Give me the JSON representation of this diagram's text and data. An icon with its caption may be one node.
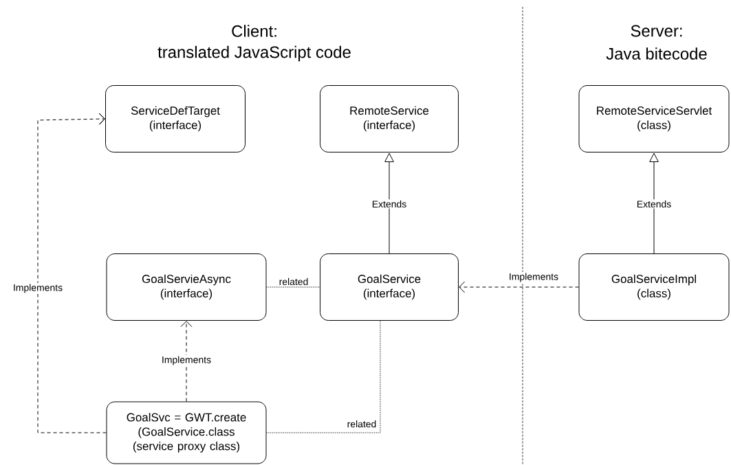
{
  "diagram": {
    "nodes": [
      {
        "text": [
          "ServiceDefTarget (interface)"
        ]
      },
      {
        "text": [
          "RemoteService (interface)"
        ]
      },
      {
        "text": [
          "RemoteServiceServlet (class)"
        ]
      },
      {
        "text": [
          "GoalServieAsync (interface)"
        ]
      },
      {
        "text": [
          "GoalService (interface)"
        ]
      },
      {
        "text": [
          "GoalServiceImpl (class)"
        ]
      },
      {
        "text": [
          "GoalSvc = GWT.create (GoalService.class (service proxy class)"
        ]
      }
    ],
    "edges": [
      {
        "from": 4,
        "to": 1,
        "arrow": "to",
        "label": "Extends"
      },
      {
        "from": 5,
        "to": 2,
        "arrow": "to",
        "label": "Extends"
      },
      {
        "from": 5,
        "to": 4,
        "arrow": "to",
        "label": "Implements",
        "style": "dashed"
      },
      {
        "from": 3,
        "to": 4,
        "arrow": "none",
        "label": "related",
        "style": "dashed"
      },
      {
        "from": 6,
        "to": 3,
        "arrow": "to",
        "label": "Implements",
        "style": "dashed"
      },
      {
        "from": 6,
        "to": 0,
        "arrow": "to",
        "label": "Implements",
        "style": "dashed"
      },
      {
        "from": 6,
        "to": 4,
        "arrow": "none",
        "label": "related",
        "style": "dashed"
      }
    ],
    "labels": [
      "Client:",
      "translated JavaScript code",
      "Server:",
      "Java bitecode"
    ]
  }
}
